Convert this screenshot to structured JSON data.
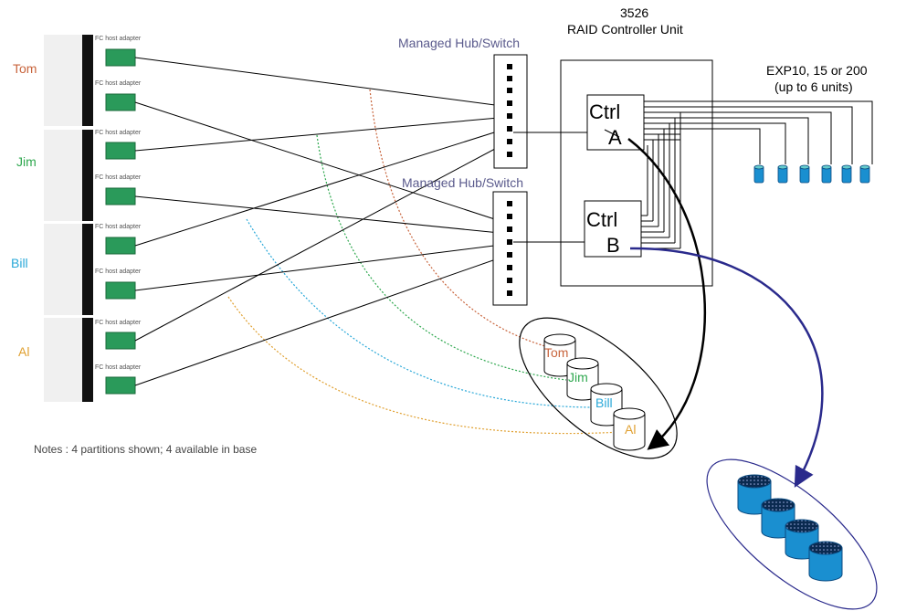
{
  "hosts": [
    {
      "name": "Tom",
      "color": "#c8643c"
    },
    {
      "name": "Jim",
      "color": "#2fa84f"
    },
    {
      "name": "Bill",
      "color": "#29a8d8"
    },
    {
      "name": "Al",
      "color": "#e0a030"
    }
  ],
  "adapter_label": "FC host adapter",
  "hub_label": "Managed Hub/Switch",
  "controller_unit": {
    "line1": "3526",
    "line2": "RAID Controller Unit"
  },
  "ctrl_a": {
    "line1": "Ctrl",
    "line2": "A"
  },
  "ctrl_b": {
    "line1": "Ctrl",
    "line2": "B"
  },
  "expansion": {
    "line1": "EXP10, 15 or 200",
    "line2": "(up to 6 units)"
  },
  "partitions": [
    "Tom",
    "Jim",
    "Bill",
    "Al"
  ],
  "notes": "Notes : 4 partitions shown; 4 available in base",
  "colors": {
    "hub_label": "#5a5a8c",
    "arrow_blue": "#2a2a8c",
    "disk_blue": "#1a8fd0",
    "card_green": "#2a9a5a"
  }
}
